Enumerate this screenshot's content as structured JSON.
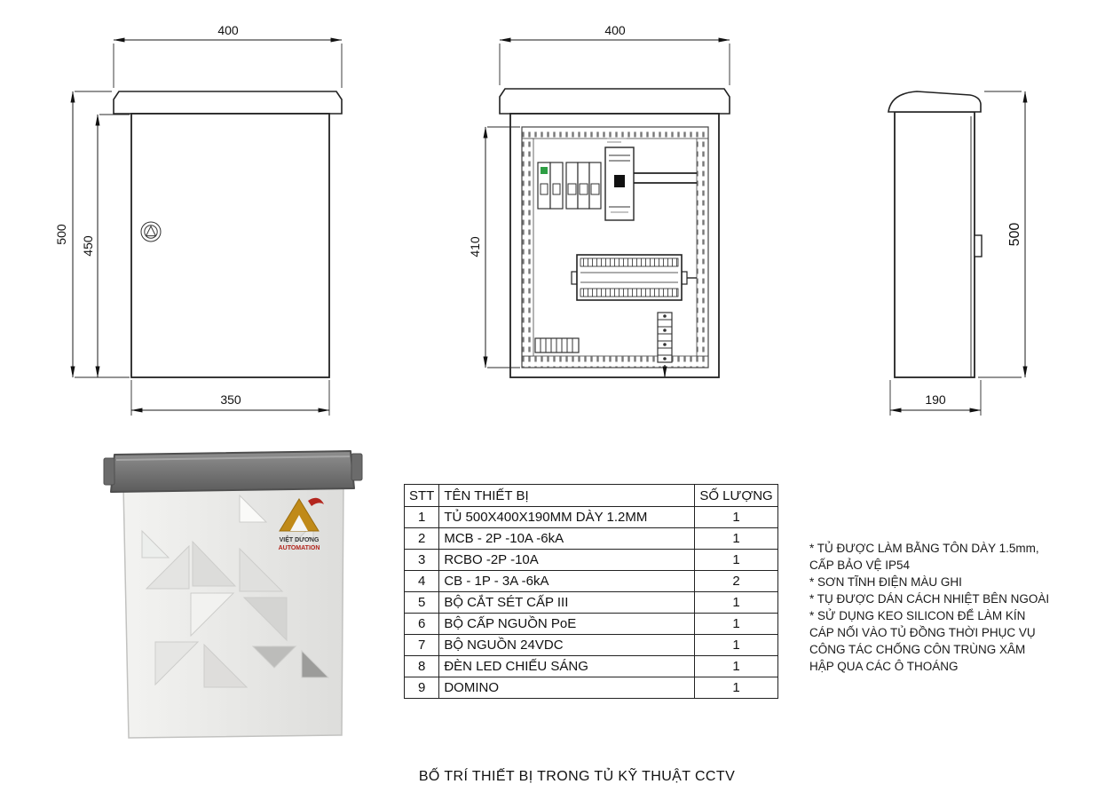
{
  "title": "BỐ TRÍ THIẾT BỊ TRONG TỦ KỸ THUẬT CCTV",
  "views": {
    "front": {
      "dim_width_top": "400",
      "dim_height_overall": "500",
      "dim_height_door": "450",
      "dim_width_bottom": "350"
    },
    "inside": {
      "dim_width_top": "400",
      "dim_height_plate": "410"
    },
    "side": {
      "dim_height_right": "500",
      "dim_depth_bottom": "190"
    }
  },
  "photo": {
    "logo_caption_1": "VIỆT DƯƠNG",
    "logo_caption_2": "AUTOMATION"
  },
  "table": {
    "headers": [
      "STT",
      "TÊN THIẾT BỊ",
      "SỐ LƯỢNG"
    ],
    "rows": [
      [
        "1",
        "TỦ 500X400X190MM DÀY 1.2MM",
        "1"
      ],
      [
        "2",
        "MCB - 2P -10A -6kA",
        "1"
      ],
      [
        "3",
        "RCBO -2P -10A",
        "1"
      ],
      [
        "4",
        "CB - 1P - 3A -6kA",
        "2"
      ],
      [
        "5",
        "BỘ CẮT SÉT CẤP III",
        "1"
      ],
      [
        "6",
        "BỘ CẤP NGUỒN PoE",
        "1"
      ],
      [
        "7",
        "BỘ NGUỒN 24VDC",
        "1"
      ],
      [
        "8",
        "ĐÈN LED CHIẾU SÁNG",
        "1"
      ],
      [
        "9",
        "DOMINO",
        "1"
      ]
    ]
  },
  "notes": [
    "* TỦ ĐƯỢC LÀM BẰNG TÔN DÀY 1.5mm, CẤP BẢO VỆ IP54",
    "* SƠN TĨNH ĐIỆN MÀU GHI",
    "* TỤ ĐƯỢC DÁN CÁCH NHIỆT BÊN NGOÀI",
    "* SỬ DỤNG KEO SILICON ĐỂ LÀM KÍN CÁP NỐI VÀO TỦ ĐỒNG THỜI PHỤC VỤ CÔNG TÁC CHỐNG CÔN TRÙNG XÂM HẬP QUA CÁC Ô THOÁNG"
  ],
  "colors": {
    "line": "#1a1a1a",
    "cap_grey": "#6e6e6e",
    "body_grey": "#ececea",
    "logo_gold": "#c08a18",
    "logo_red": "#b3261e"
  }
}
